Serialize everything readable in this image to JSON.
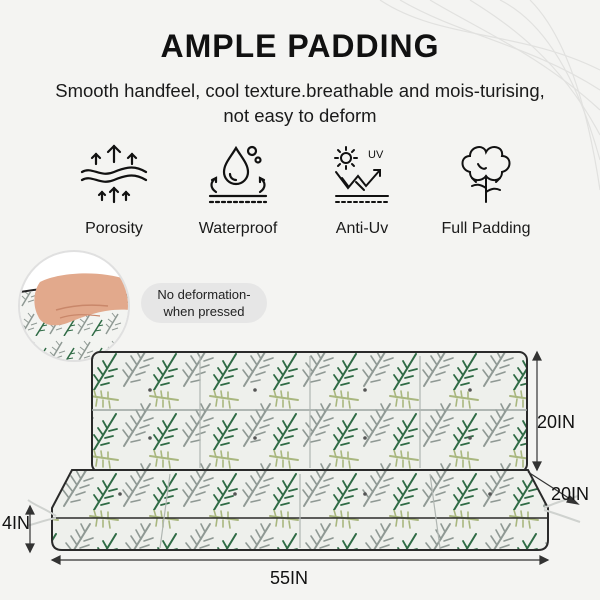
{
  "header": {
    "title": "AMPLE PADDING",
    "subtitle": "Smooth handfeel, cool texture.breathable and mois-turising, not easy to deform"
  },
  "features": [
    {
      "label": "Porosity",
      "icon": "porosity-icon"
    },
    {
      "label": "Waterproof",
      "icon": "waterproof-icon"
    },
    {
      "label": "Anti-Uv",
      "icon": "anti-uv-icon"
    },
    {
      "label": "Full Padding",
      "icon": "cotton-icon"
    }
  ],
  "uv_text": "UV",
  "press_note": {
    "line1": "No deformation-",
    "line2": "when pressed"
  },
  "dimensions": {
    "back_height": "20IN",
    "seat_depth": "20IN",
    "thickness": "4IN",
    "width": "55IN"
  },
  "colors": {
    "background": "#f4f4f2",
    "leaf_dark": "#2f6b45",
    "leaf_light": "#a9b77f",
    "leaf_grey": "#8f9994"
  }
}
